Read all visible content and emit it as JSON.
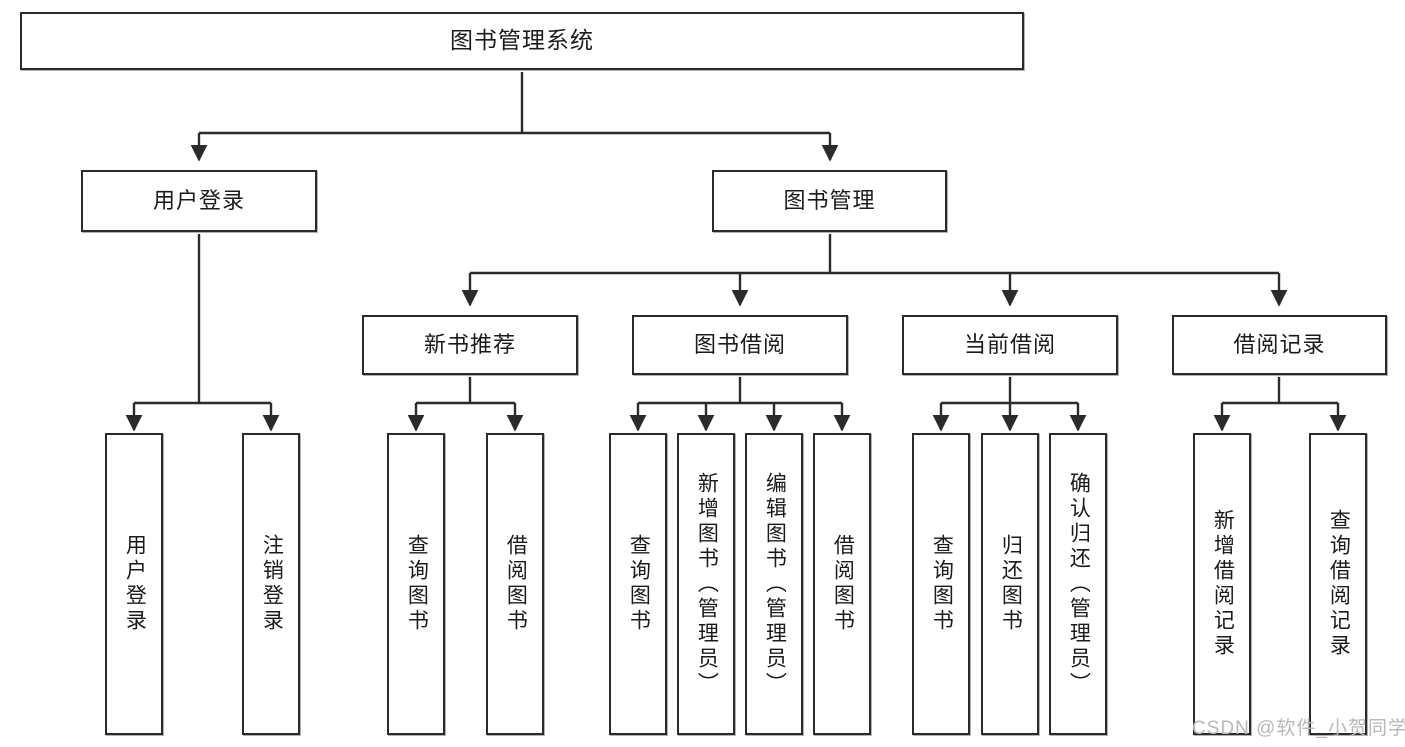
{
  "diagram": {
    "title": "图书管理系统",
    "type": "功能结构图",
    "root": {
      "label": "图书管理系统"
    },
    "level2": [
      {
        "label": "用户登录"
      },
      {
        "label": "图书管理"
      }
    ],
    "level3": [
      {
        "label": "新书推荐"
      },
      {
        "label": "图书借阅"
      },
      {
        "label": "当前借阅"
      },
      {
        "label": "借阅记录"
      }
    ],
    "leaves": {
      "user_login": [
        {
          "label": "用户登录"
        },
        {
          "label": "注销登录"
        }
      ],
      "new_book_recommend": [
        {
          "label": "查询图书"
        },
        {
          "label": "借阅图书"
        }
      ],
      "book_borrow": [
        {
          "label": "查询图书"
        },
        {
          "label": "新增图书（管理员）"
        },
        {
          "label": "编辑图书（管理员）"
        },
        {
          "label": "借阅图书"
        }
      ],
      "current_borrow": [
        {
          "label": "查询图书"
        },
        {
          "label": "归还图书"
        },
        {
          "label": "确认归还（管理员）"
        }
      ],
      "borrow_record": [
        {
          "label": "新增借阅记录"
        },
        {
          "label": "查询借阅记录"
        }
      ]
    }
  },
  "watermark": {
    "text": "CSDN @软件_小贺同学"
  },
  "colors": {
    "stroke": "#2b2b2b",
    "fill": "#ffffff",
    "text": "#1b1b1b",
    "watermark": "#b9b9b9"
  }
}
